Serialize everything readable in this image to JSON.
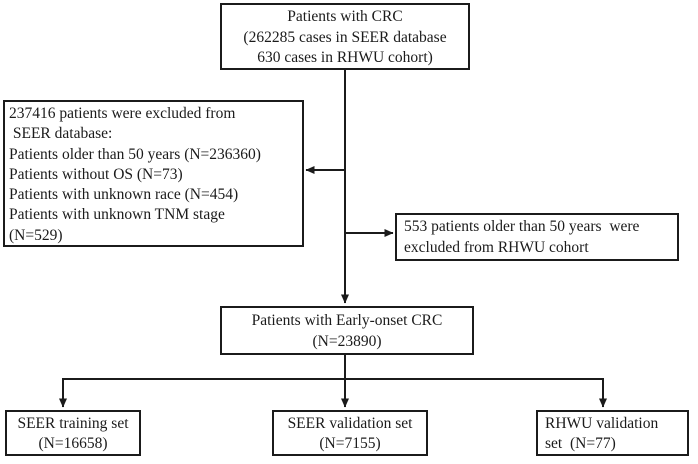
{
  "figure": {
    "type": "flowchart",
    "background_color": "#ffffff",
    "line_color": "#1b1b1b",
    "text_color": "#1b1b1b"
  },
  "boxes": {
    "patients_crc": {
      "lines": [
        "Patients with CRC",
        "(262285 cases in SEER database",
        "630 cases in RHWU cohort)"
      ]
    },
    "seer_exclusion": {
      "lines": [
        "237416 patients were excluded from",
        " SEER database:",
        "Patients older than 50 years (N=236360)",
        "Patients without OS (N=73)",
        "Patients with unknown race (N=454)",
        "Patients with unknown TNM stage",
        "(N=529)"
      ]
    },
    "rhwu_exclusion": {
      "lines": [
        "553 patients older than 50 years  were",
        "excluded from RHWU cohort"
      ]
    },
    "early_onset": {
      "lines": [
        "Patients with Early-onset CRC",
        "(N=23890)"
      ]
    },
    "seer_training": {
      "lines": [
        "SEER training set",
        "(N=16658)"
      ]
    },
    "seer_validation": {
      "lines": [
        "SEER validation set",
        "(N=7155)"
      ]
    },
    "rhwu_validation": {
      "lines": [
        "RHWU validation",
        "set  (N=77)"
      ]
    }
  }
}
